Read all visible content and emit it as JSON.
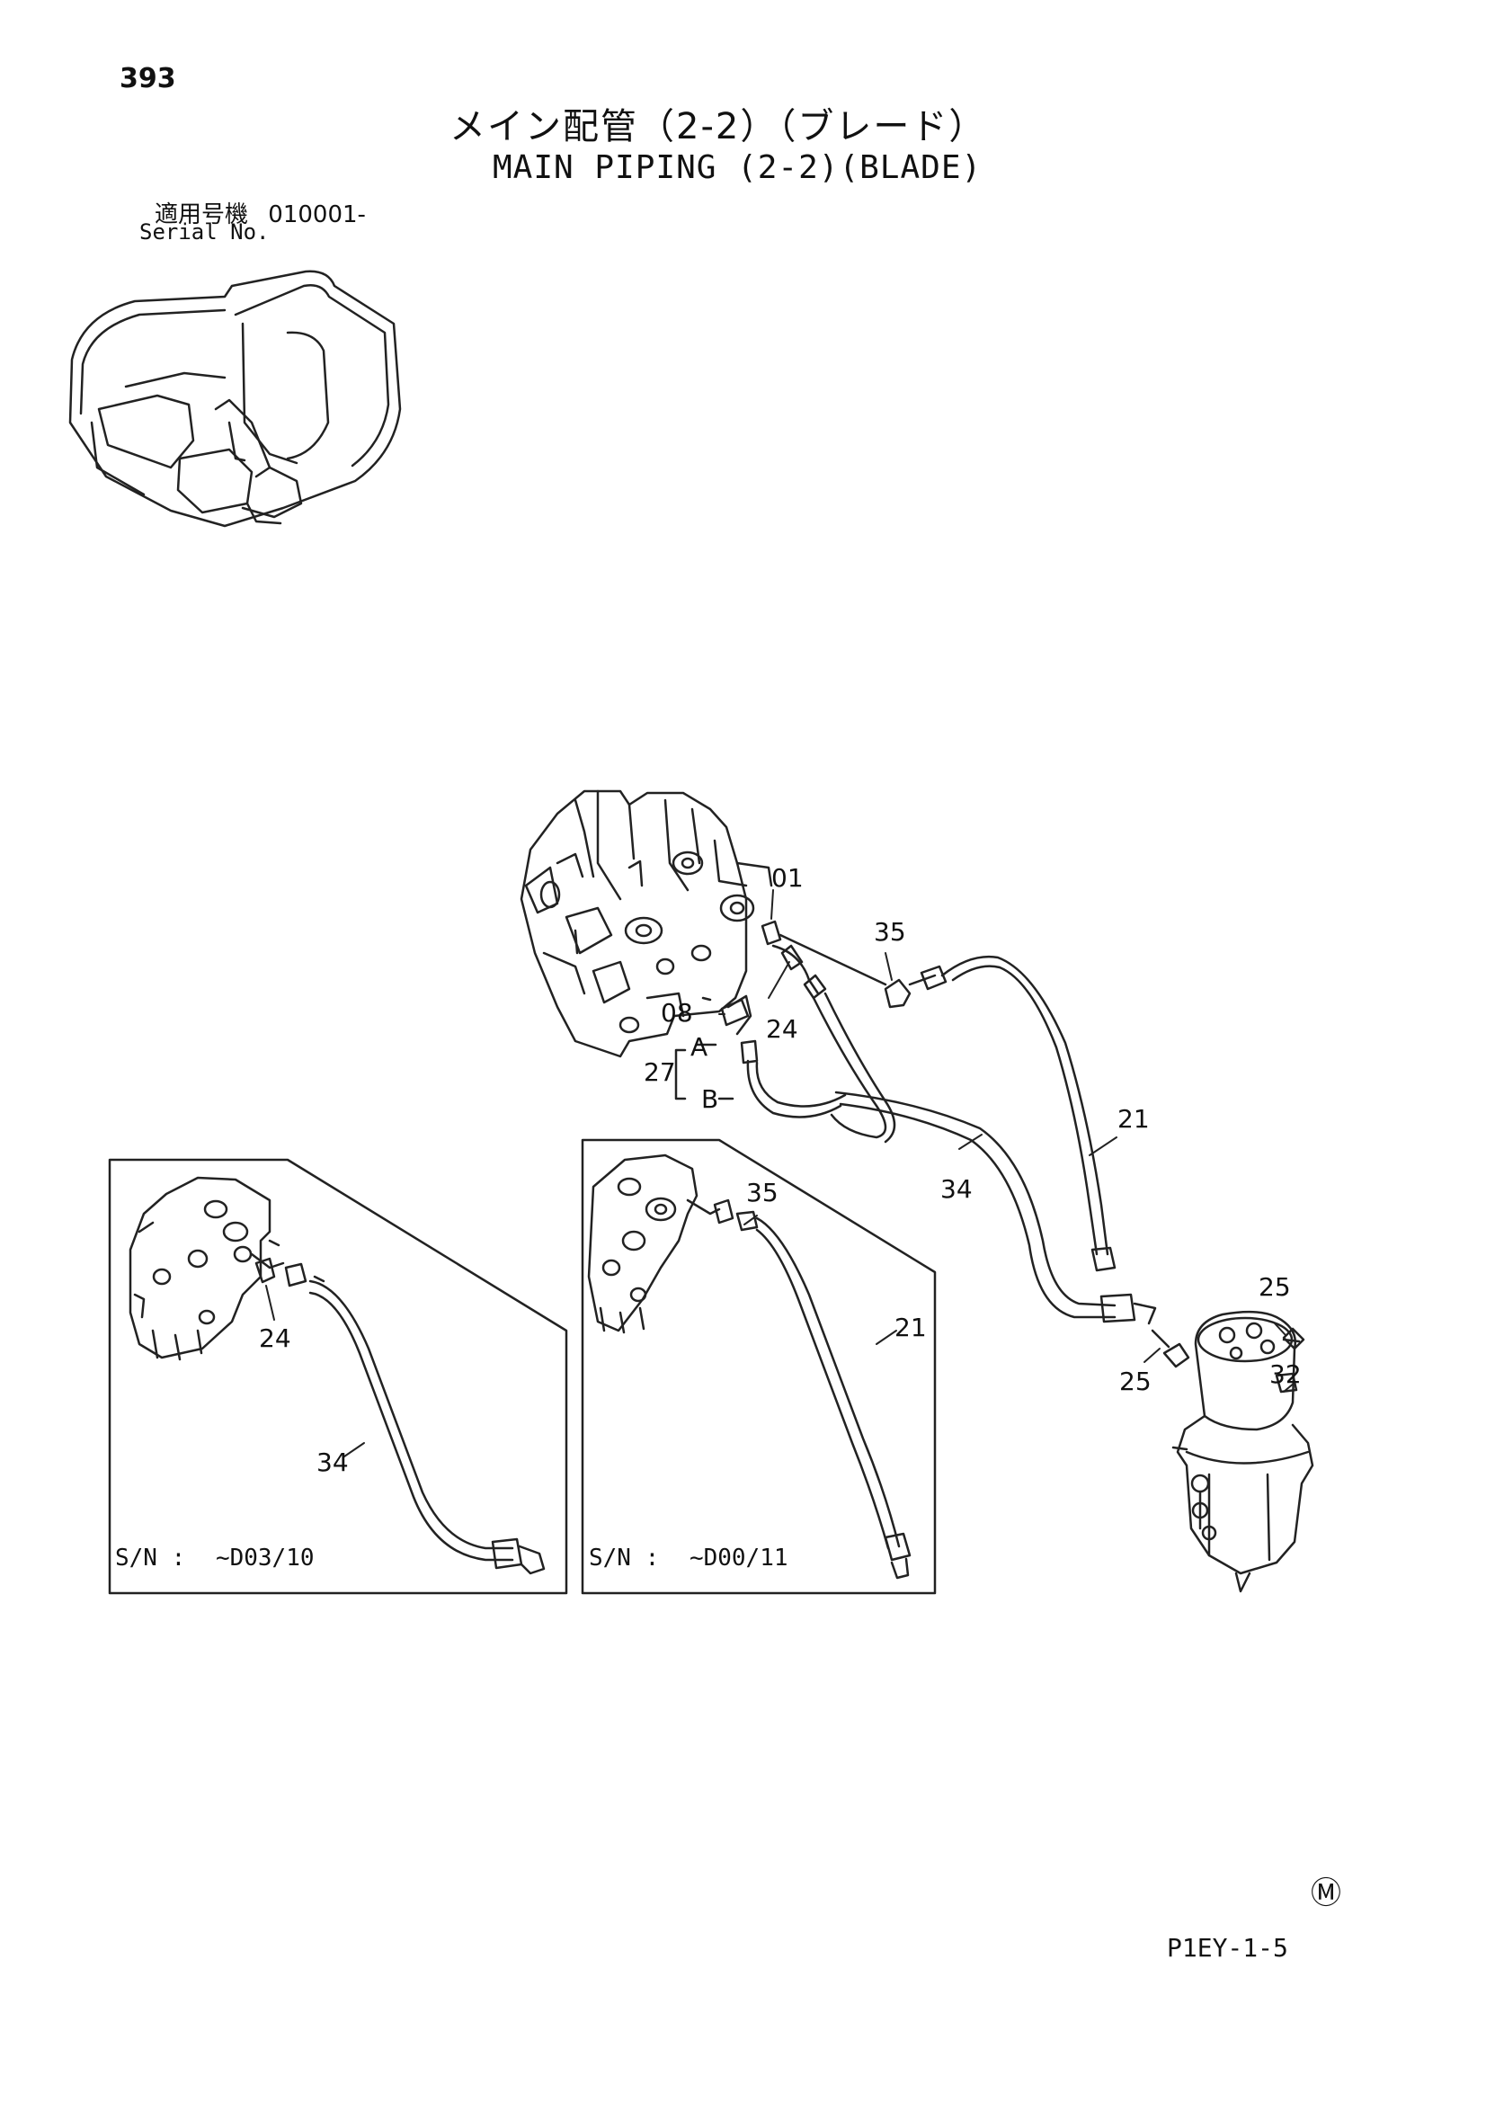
{
  "header": {
    "page_number": "393",
    "title_jp": "メイン配管（2-2）（ブレード）",
    "title_en": "MAIN PIPING (2-2)(BLADE)",
    "serial_label_jp": "適用号機",
    "serial_value": "010001-",
    "serial_label_en": "Serial No."
  },
  "parts": {
    "main": [
      "01",
      "35",
      "08",
      "24",
      "A",
      "27",
      "B",
      "21",
      "34",
      "25",
      "25",
      "32"
    ],
    "inset_left": [
      "24",
      "34"
    ],
    "inset_right": [
      "35",
      "21"
    ]
  },
  "insets": {
    "left_sn_label": "S/N :",
    "left_sn_value": "~D03/10",
    "right_sn_label": "S/N :",
    "right_sn_value": "~D00/11"
  },
  "footer": {
    "m_mark": "Ⓜ",
    "code": "P1EY-1-5"
  }
}
